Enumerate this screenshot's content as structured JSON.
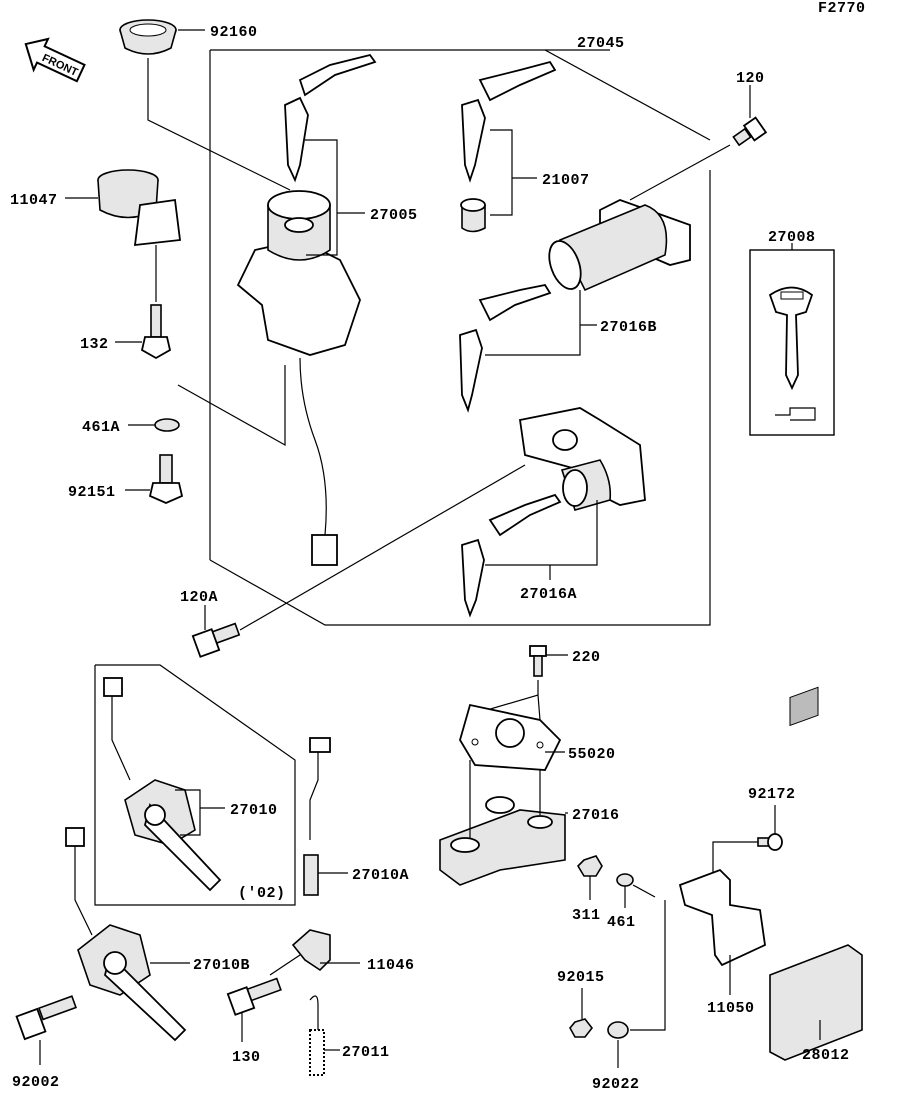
{
  "diagram_id": "F2770",
  "front_arrow": "FRONT",
  "parts": {
    "p92160": "92160",
    "p27045": "27045",
    "p120": "120",
    "p11047": "11047",
    "p27005": "27005",
    "p21007": "21007",
    "p27008": "27008",
    "p27016B": "27016B",
    "p132": "132",
    "p461A": "461A",
    "p92151": "92151",
    "p120A": "120A",
    "p27016A": "27016A",
    "p220": "220",
    "p55020": "55020",
    "p27016": "27016",
    "p27010": "27010",
    "note02": "('02)",
    "p27010A": "27010A",
    "p92172": "92172",
    "p311": "311",
    "p461": "461",
    "p11050": "11050",
    "p92015": "92015",
    "p27010B": "27010B",
    "p11046": "11046",
    "p28012": "28012",
    "p92002": "92002",
    "p130": "130",
    "p27011": "27011",
    "p92022": "92022"
  }
}
